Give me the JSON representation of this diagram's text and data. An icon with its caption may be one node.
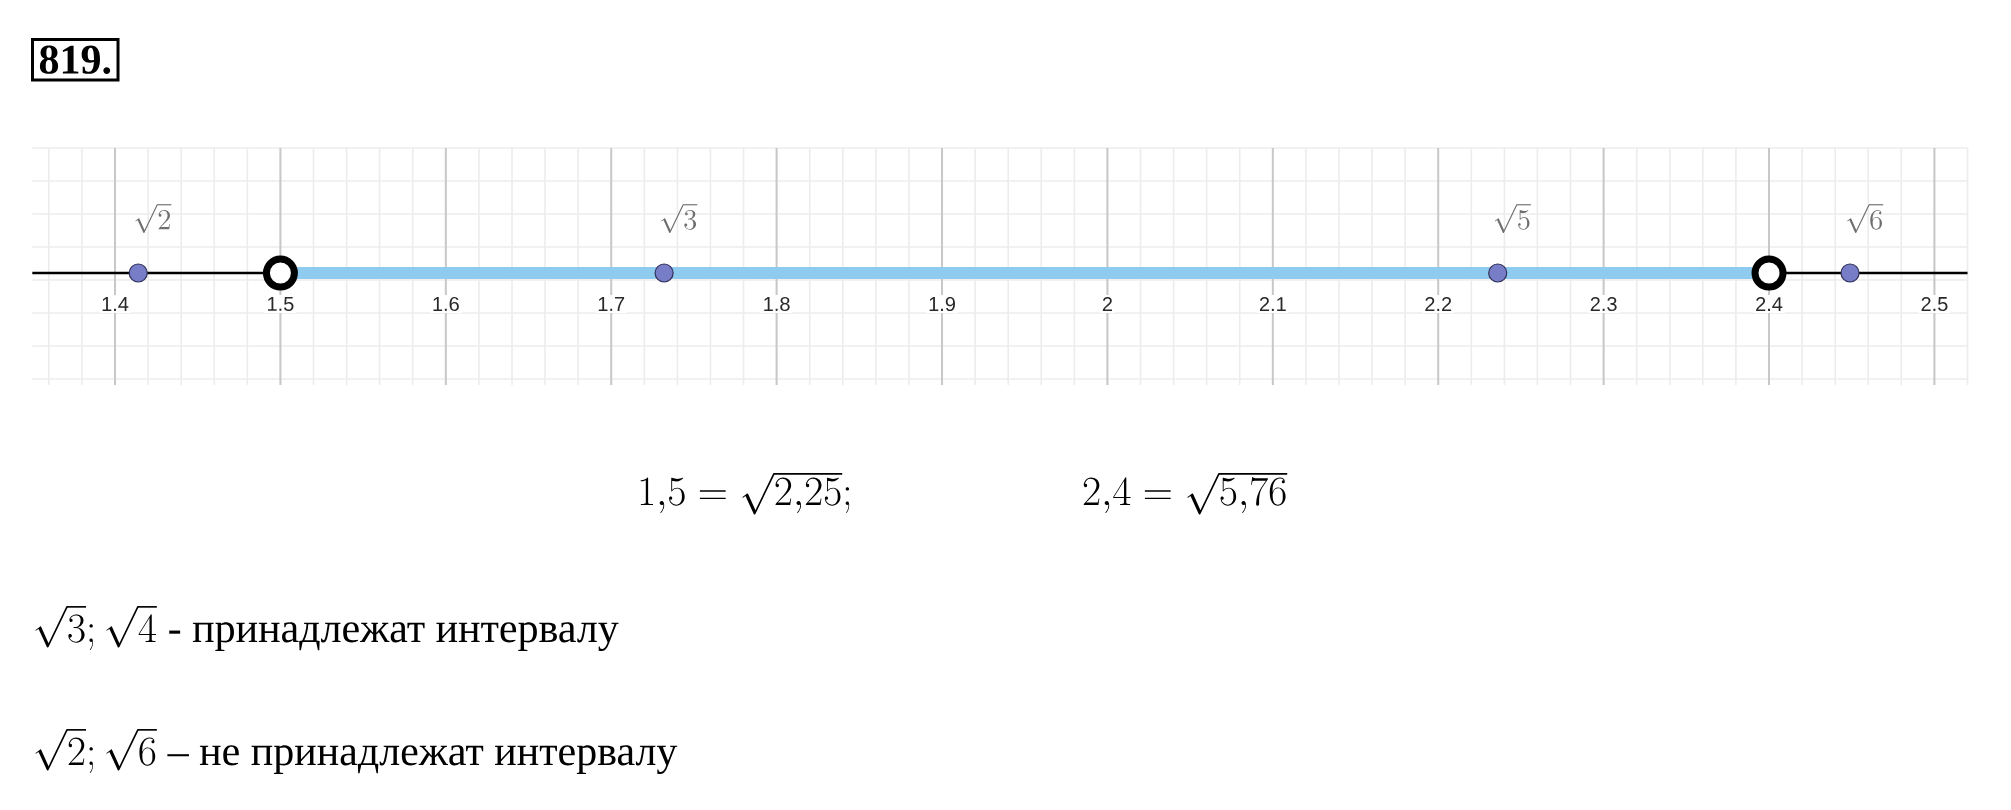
{
  "diagram": {
    "labels": [
      "819.",
      "\\sqrt{2}",
      "\\sqrt{3}",
      "\\sqrt{5}",
      "\\sqrt{6}",
      "1.4",
      "1.5",
      "1.6",
      "1.7",
      "1.8",
      "1.9",
      "2",
      "2.1",
      "2.2",
      "2.3",
      "2.4",
      "2.5",
      "1{,}5 = \\sqrt{2{,}25};",
      "2{,}4 = \\sqrt{5{,}76}",
      "\\sqrt{3}; \\sqrt{4}",
      "- принадлежат интервалу",
      "\\sqrt{2}; \\sqrt{6}",
      "– не принадлежат интервалу"
    ]
  }
}
